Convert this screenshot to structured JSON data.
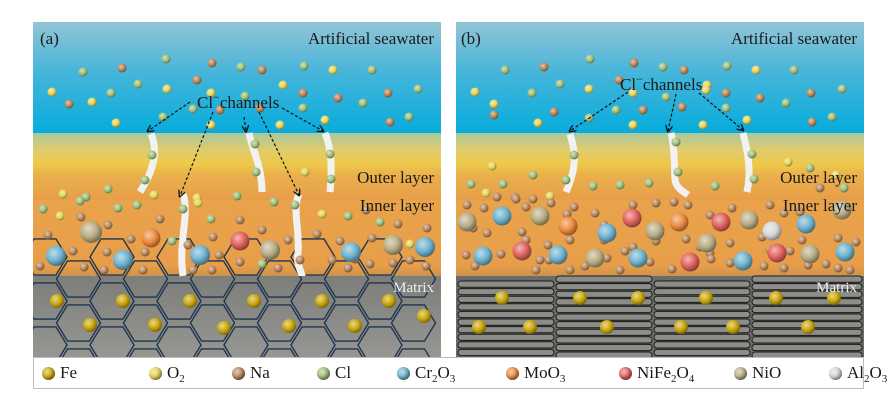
{
  "figure": {
    "panels": [
      {
        "id": "a",
        "label": "(a)",
        "top_label": "Artificial seawater",
        "channels_label_main": "Cl",
        "channels_label_sup": "−",
        "channels_label_rest": "channels",
        "outer_label": "Outer layer",
        "inner_label": "Inner layer",
        "matrix_label": "Matrix",
        "matrix_structure": "hexagonal grains"
      },
      {
        "id": "b",
        "label": "(b)",
        "top_label": "Artificial seawater",
        "channels_label_main": "Cl",
        "channels_label_sup": "−",
        "channels_label_rest": "channels",
        "outer_label": "Outer layer",
        "inner_label": "Inner layer",
        "matrix_label": "Matrix",
        "matrix_structure": "lamellar blocks"
      }
    ],
    "colors": {
      "seawater_top": "#8fc3d6",
      "seawater_bottom": "#0aaedb",
      "outer_top": "#a9c79a",
      "outer_mid": "#efc94a",
      "inner": "#e9a24a",
      "matrix": "#8a8a86",
      "hex_line": "#1f3550",
      "channel": "#f2f2f2"
    }
  },
  "legend": {
    "items": [
      {
        "name": "Fe",
        "main": "Fe",
        "sub1": "",
        "mid": "",
        "sub2": "",
        "color": "#c9a80c"
      },
      {
        "name": "O2",
        "main": "O",
        "sub1": "2",
        "mid": "",
        "sub2": "",
        "color": "#e6d55a"
      },
      {
        "name": "Na",
        "main": "Na",
        "sub1": "",
        "mid": "",
        "sub2": "",
        "color": "#b8875a"
      },
      {
        "name": "Cl",
        "main": "Cl",
        "sub1": "",
        "mid": "",
        "sub2": "",
        "color": "#9fbf7a"
      },
      {
        "name": "Cr2O3",
        "main": "Cr",
        "sub1": "2",
        "mid": "O",
        "sub2": "3",
        "color": "#6fb3cf"
      },
      {
        "name": "MoO3",
        "main": "MoO",
        "sub1": "3",
        "mid": "",
        "sub2": "",
        "color": "#ec8a3e"
      },
      {
        "name": "NiFe2O4",
        "main": "NiFe",
        "sub1": "2",
        "mid": "O",
        "sub2": "4",
        "color": "#e0625e"
      },
      {
        "name": "NiO",
        "main": "NiO",
        "sub1": "",
        "mid": "",
        "sub2": "",
        "color": "#b9ad84"
      },
      {
        "name": "Al2O3",
        "main": "Al",
        "sub1": "2",
        "mid": "O",
        "sub2": "3",
        "color": "#d6d6d6"
      }
    ]
  }
}
